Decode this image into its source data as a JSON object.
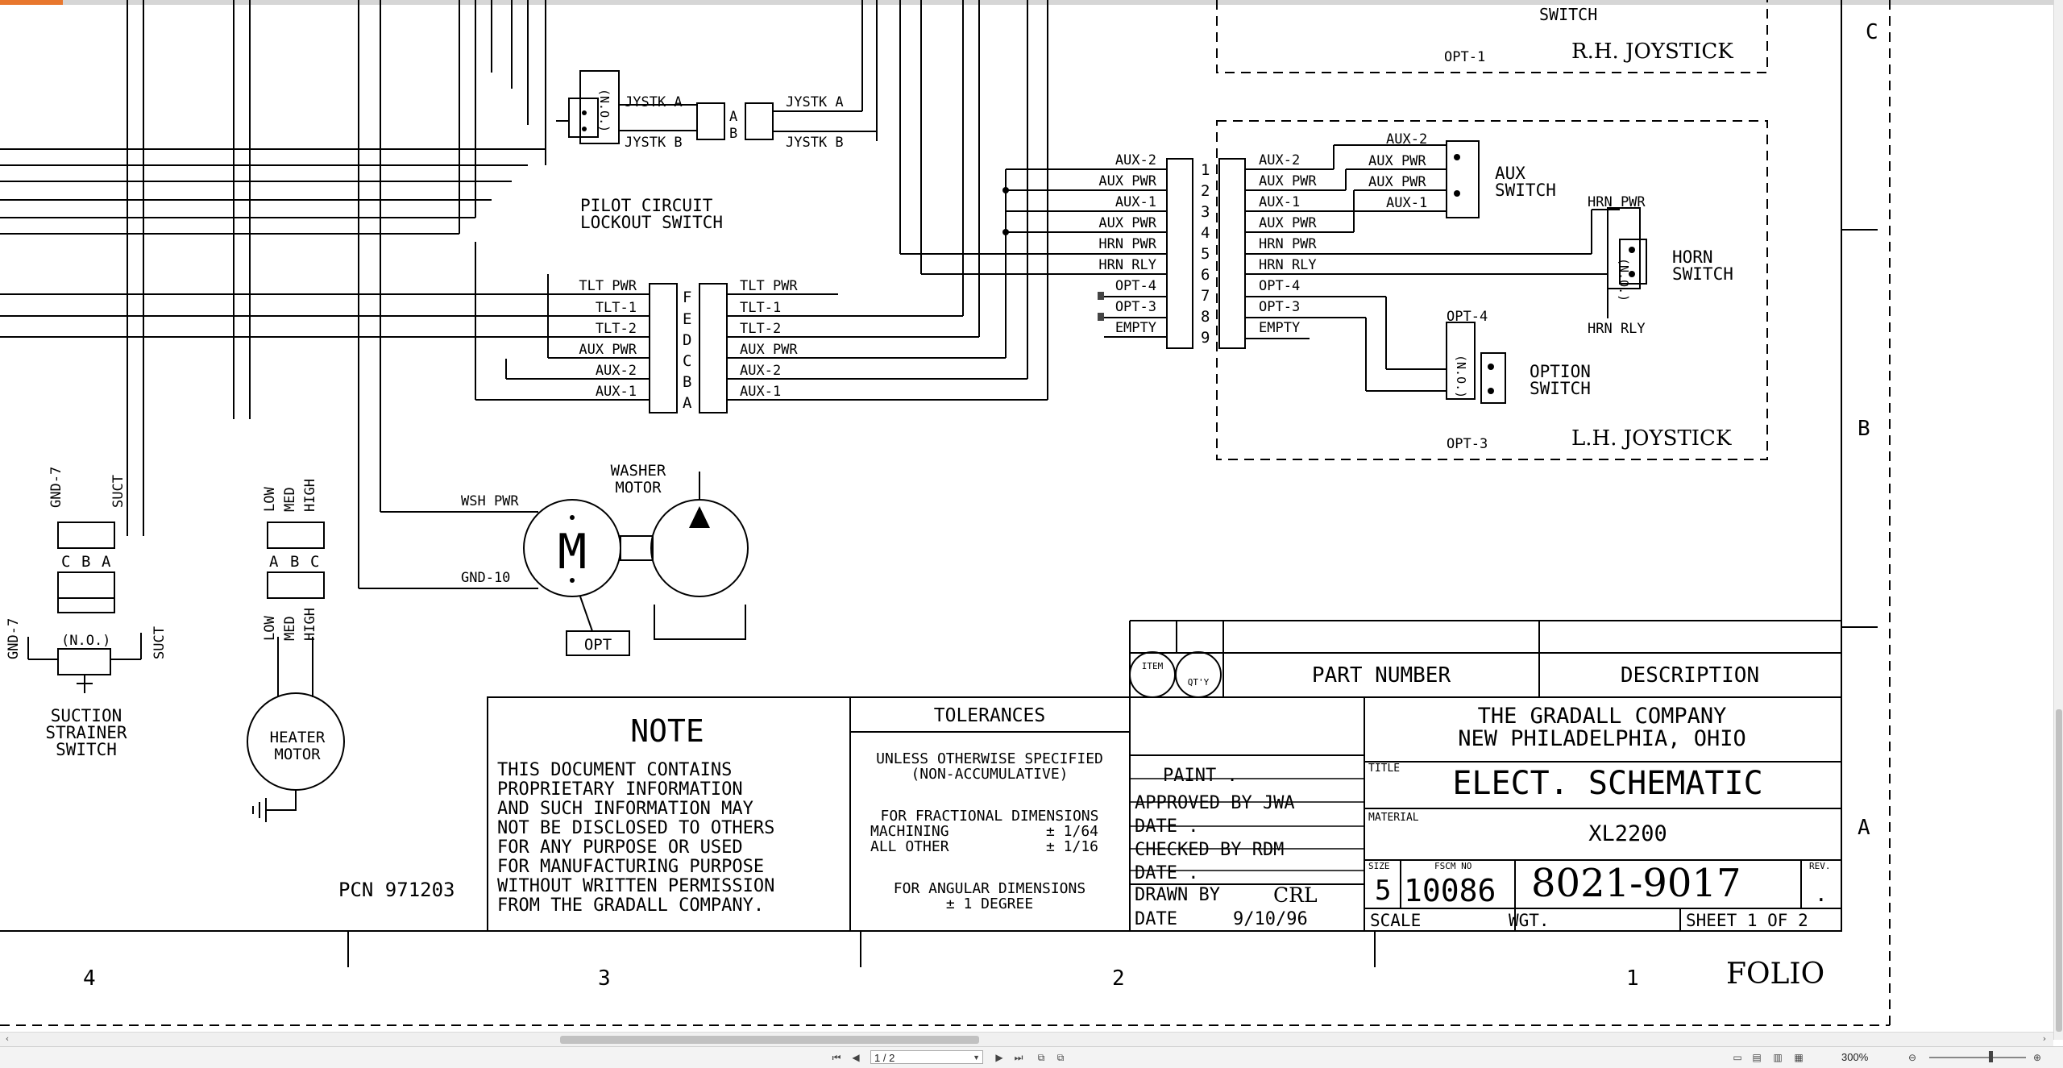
{
  "schematic": {
    "grid_letters": [
      "C",
      "B",
      "A"
    ],
    "grid_numbers": [
      "4",
      "3",
      "2",
      "1"
    ],
    "folio": "FOLIO",
    "pcn": "PCN 971203",
    "rh_joystick": {
      "title": "R.H. JOYSTICK",
      "switch": "SWITCH",
      "opt": "OPT-1"
    },
    "lh_joystick": {
      "title": "L.H. JOYSTICK",
      "pin_numbers": [
        "1",
        "2",
        "3",
        "4",
        "5",
        "6",
        "7",
        "8",
        "9"
      ],
      "left_labels": [
        "AUX-2",
        "AUX PWR",
        "AUX-1",
        "AUX PWR",
        "HRN PWR",
        "HRN RLY",
        "OPT-4",
        "OPT-3",
        "EMPTY"
      ],
      "right_labels": [
        "AUX-2",
        "AUX PWR",
        "AUX-1",
        "AUX PWR",
        "HRN PWR",
        "HRN RLY",
        "OPT-4",
        "OPT-3",
        "EMPTY"
      ],
      "aux_switch_labels": [
        "AUX-2",
        "AUX PWR",
        "AUX PWR",
        "AUX-1"
      ],
      "aux_switch": [
        "AUX",
        "SWITCH"
      ],
      "horn_switch": [
        "HORN",
        "SWITCH"
      ],
      "horn_top": "HRN PWR",
      "horn_bottom": "HRN RLY",
      "option_switch": [
        "OPTION",
        "SWITCH"
      ],
      "option_top": "OPT-4",
      "option_bottom": "OPT-3",
      "no_label": "(N.O.)"
    },
    "pilot": {
      "jystk_a": "JYSTK A",
      "jystk_b": "JYSTK B",
      "conn_a": "A",
      "conn_b": "B",
      "no_label": "(N.O.)",
      "caption": [
        "PILOT CIRCUIT",
        "LOCKOUT SWITCH"
      ]
    },
    "tilt_connector": {
      "letters": [
        "F",
        "E",
        "D",
        "C",
        "B",
        "A"
      ],
      "left_labels": [
        "TLT PWR",
        "TLT-1",
        "TLT-2",
        "AUX PWR",
        "AUX-2",
        "AUX-1"
      ],
      "right_labels": [
        "TLT PWR",
        "TLT-1",
        "TLT-2",
        "AUX PWR",
        "AUX-2",
        "AUX-1"
      ]
    },
    "suction": {
      "top_labels": [
        "GND-7",
        "SUCT"
      ],
      "conn_letters": [
        "C",
        "B",
        "A"
      ],
      "lower_labels": [
        "GND-7",
        "SUCT"
      ],
      "no_label": "(N.O.)",
      "caption": [
        "SUCTION",
        "STRAINER",
        "SWITCH"
      ]
    },
    "heater": {
      "labels": [
        "LOW",
        "MED",
        "HIGH"
      ],
      "conn_letters": [
        "A",
        "B",
        "C"
      ],
      "caption": [
        "HEATER",
        "MOTOR"
      ]
    },
    "washer": {
      "caption": [
        "WASHER",
        "MOTOR"
      ],
      "wsh_pwr": "WSH PWR",
      "gnd": "GND-10",
      "motor_letter": "M",
      "opt": "OPT"
    }
  },
  "title_block": {
    "item": "ITEM",
    "qty": "QT'Y",
    "part_number": "PART NUMBER",
    "description": "DESCRIPTION",
    "note_heading": "NOTE",
    "note_lines": [
      "THIS DOCUMENT CONTAINS",
      "PROPRIETARY INFORMATION",
      "AND SUCH INFORMATION MAY",
      "NOT BE DISCLOSED TO OTHERS",
      "FOR ANY PURPOSE OR USED",
      "FOR MANUFACTURING PURPOSE",
      "WITHOUT WRITTEN PERMISSION",
      "FROM THE GRADALL COMPANY."
    ],
    "tolerances_heading": "TOLERANCES",
    "tol_lines1": [
      "UNLESS OTHERWISE SPECIFIED",
      "(NON-ACCUMULATIVE)"
    ],
    "tol_lines2": [
      "FOR FRACTIONAL DIMENSIONS",
      "MACHINING",
      "ALL OTHER"
    ],
    "tol_values": [
      "± 1/64",
      "± 1/16"
    ],
    "tol_lines3": [
      "FOR ANGULAR DIMENSIONS",
      "± 1 DEGREE"
    ],
    "company": [
      "THE GRADALL COMPANY",
      "NEW PHILADELPHIA, OHIO"
    ],
    "paint": "PAINT .",
    "approved_by": "APPROVED BY JWA",
    "date1": "DATE .",
    "checked_by": "CHECKED BY RDM",
    "date2": "DATE .",
    "drawn_by": "DRAWN BY",
    "drawn_by_value": "CRL",
    "date3": "DATE",
    "date3_value": "9/10/96",
    "title_label": "TITLE",
    "title": "ELECT. SCHEMATIC",
    "material_label": "MATERIAL",
    "material": "XL2200",
    "size_label": "SIZE",
    "size": "5",
    "fscm_label": "FSCM NO",
    "fscm": "10086",
    "drawing_no": "8021-9017",
    "rev_label": "REV.",
    "rev": ".",
    "scale": "SCALE",
    "wgt": "WGT.",
    "sheet": "SHEET 1 OF 2"
  },
  "viewer": {
    "page_value": "1 / 2",
    "zoom": "300%",
    "colors": {
      "accent": "#e8772e",
      "chrome": "#f3f3f3"
    }
  }
}
